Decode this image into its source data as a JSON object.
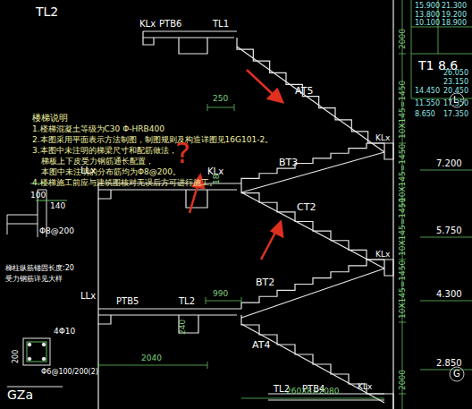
{
  "diagram": {
    "labels": [
      "TL2",
      "KLx",
      "PTB6",
      "TL1",
      "AT5",
      "BT3",
      "CT2",
      "BT2",
      "AT4",
      "PTB5",
      "TL2",
      "TL2",
      "PTB4",
      "LLx",
      "KLx",
      "KLx",
      "KLx",
      "KLx",
      "LLx",
      "250",
      "18",
      "990",
      "240",
      "2040",
      "260X8=2080",
      "楼梯说明",
      "1.楼梯混凝土等级为C30 Φ-HRB400",
      "2.本图采用平面表示方法制图，制图规则及构造详图见16G101-2。",
      "3.本图中未注明的梯梁尺寸和配筋做法，",
      "梯板上下皮受力钢筋通长配置，",
      "本图中未注明的分布筋均为Φ8@200。",
      "4.楼梯施工前应与建筑图核对无误后方可进行施工。",
      "100",
      "140",
      "Φ8@200",
      "梯柱纵筋锚固长度:20",
      "受力钢筋详见大样",
      "4Φ10",
      "Φ6@100/200(2)",
      "GZa",
      "200",
      "2000",
      "10X145=1450",
      "10X145=1450",
      "10X145=1450",
      "10X145=1450",
      "2000",
      "7.200",
      "5.750",
      "4.300",
      "2.850",
      "L",
      "G",
      "15.900",
      "21.300",
      "13.800",
      "19.200",
      "10.100",
      "18.900",
      "T1 8.6",
      "26.050",
      "23.150",
      "14.450",
      "20.450",
      "11.550",
      "17.350",
      "8.650",
      "17.350",
      "?"
    ]
  }
}
